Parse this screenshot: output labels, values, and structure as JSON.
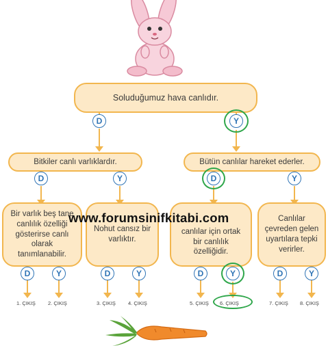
{
  "root": {
    "text": "Soluduğumuz hava canlıdır.",
    "no": "D",
    "yes": "Y"
  },
  "left": {
    "text": "Bitkiler canlı varlıklardır.",
    "no": "D",
    "yes": "Y",
    "ll": {
      "text": "Bir varlık beş tane canlılık özelliği gösterirse canlı olarak tanımlanabilir.",
      "no": "D",
      "yes": "Y",
      "out_no": "1. ÇIKIŞ",
      "out_yes": "2. ÇIKIŞ"
    },
    "lr": {
      "text": "Nohut cansız bir varlıktır.",
      "no": "D",
      "yes": "Y",
      "out_no": "3. ÇIKIŞ",
      "out_yes": "4. ÇIKIŞ"
    }
  },
  "right": {
    "text": "Bütün canlılar hareket ederler.",
    "no": "D",
    "yes": "Y",
    "rl": {
      "text": "canlılar için ortak bir canlılık özelliğidir.",
      "no": "D",
      "yes": "Y",
      "out_no": "5. ÇIKIŞ",
      "out_yes": "6. ÇIKIŞ"
    },
    "rr": {
      "text": "Canlılar çevreden gelen uyartılara tepki verirler.",
      "no": "D",
      "yes": "Y",
      "out_no": "7. ÇIKIŞ",
      "out_yes": "8. ÇIKIŞ"
    }
  },
  "watermark": "www.forumsinifkitabi.com",
  "colors": {
    "box_fill": "#fde9c7",
    "box_border": "#f2b64e",
    "arrow": "#f2b64e",
    "badge": "#2f74b5",
    "highlight": "#2ea64a"
  }
}
